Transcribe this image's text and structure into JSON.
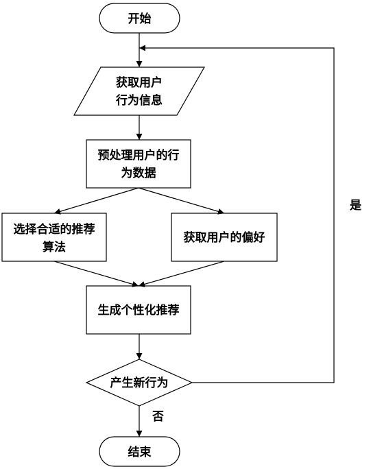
{
  "nodes": {
    "start": "开始",
    "get_behavior_line1": "获取用户",
    "get_behavior_line2": "行为信息",
    "preprocess_line1": "预处理用户的行",
    "preprocess_line2": "为数据",
    "select_algo_line1": "选择合适的推荐",
    "select_algo_line2": "算法",
    "get_preference": "获取用户的偏好",
    "generate": "生成个性化推荐",
    "decision": "产生新行为",
    "end": "结束"
  },
  "edges": {
    "yes_label": "是",
    "no_label": "否"
  }
}
